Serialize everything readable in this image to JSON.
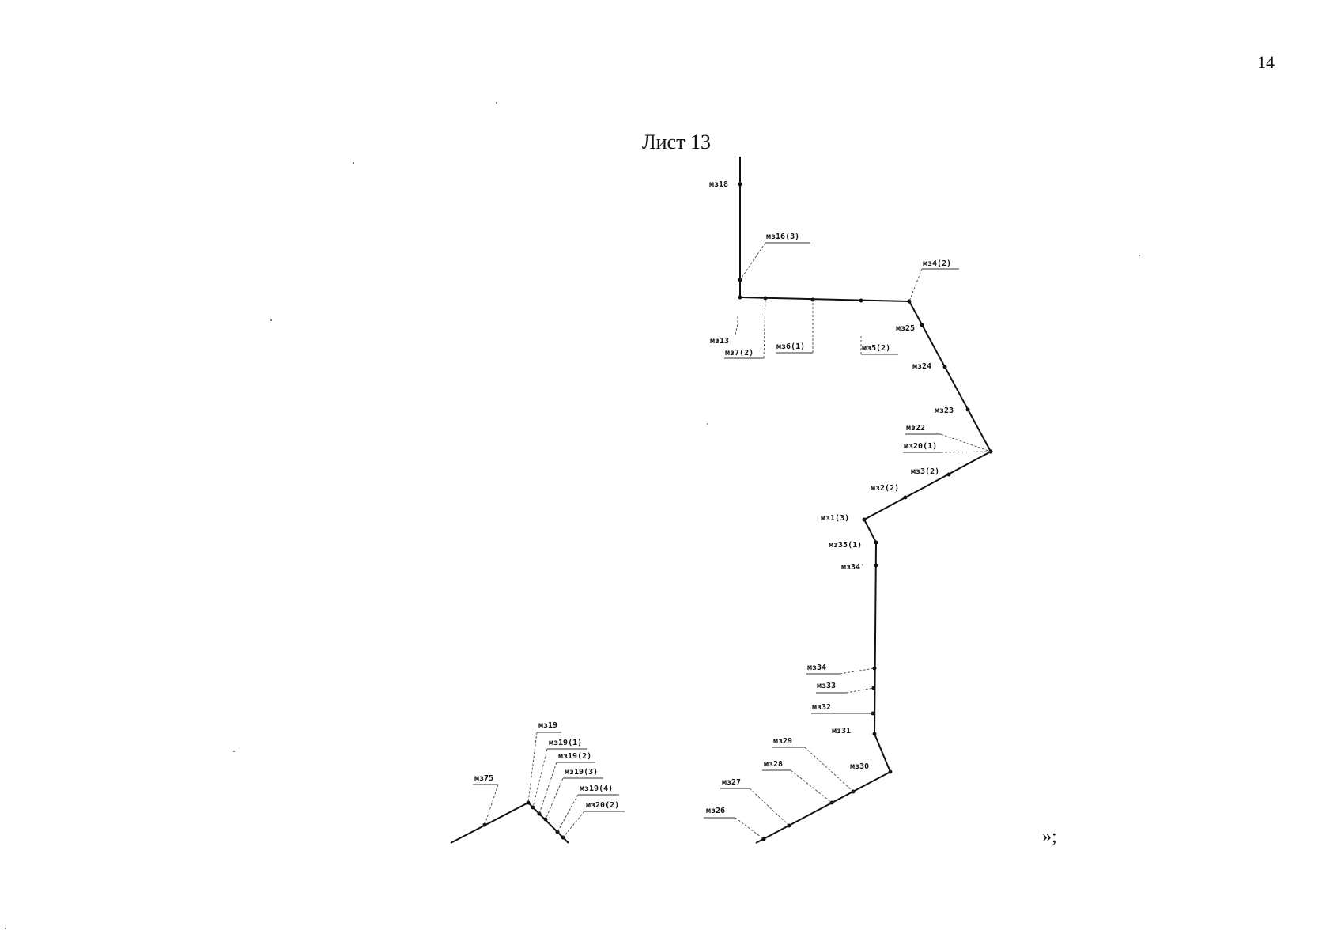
{
  "page_number": "14",
  "sheet_title": "Лист 13",
  "closing_mark": "»;",
  "labels": {
    "mz18": "мз18",
    "mz16_3": "мз16(3)",
    "mz4_2": "мз4(2)",
    "mz25": "мз25",
    "mz13": "мз13",
    "mz7_2": "мз7(2)",
    "mz6_1": "мз6(1)",
    "mz5_2": "мз5(2)",
    "mz24": "мз24",
    "mz23": "мз23",
    "mz22": "мз22",
    "mz20_1": "мз20(1)",
    "mz3_2": "мз3(2)",
    "mz2_2": "мз2(2)",
    "mz1_3": "мз1(3)",
    "mz35_1": "мз35(1)",
    "mz34p": "мз34'",
    "mz34": "мз34",
    "mz33": "мз33",
    "mz32": "мз32",
    "mz31": "мз31",
    "mz30": "мз30",
    "mz29": "мз29",
    "mz28": "мз28",
    "mz27": "мз27",
    "mz26": "мз26",
    "mz75": "мз75",
    "mz19": "мз19",
    "mz19_1": "мз19(1)",
    "mz19_2": "мз19(2)",
    "mz19_3": "мз19(3)",
    "mz19_4": "мз19(4)",
    "mz20_2": "мз20(2)"
  }
}
